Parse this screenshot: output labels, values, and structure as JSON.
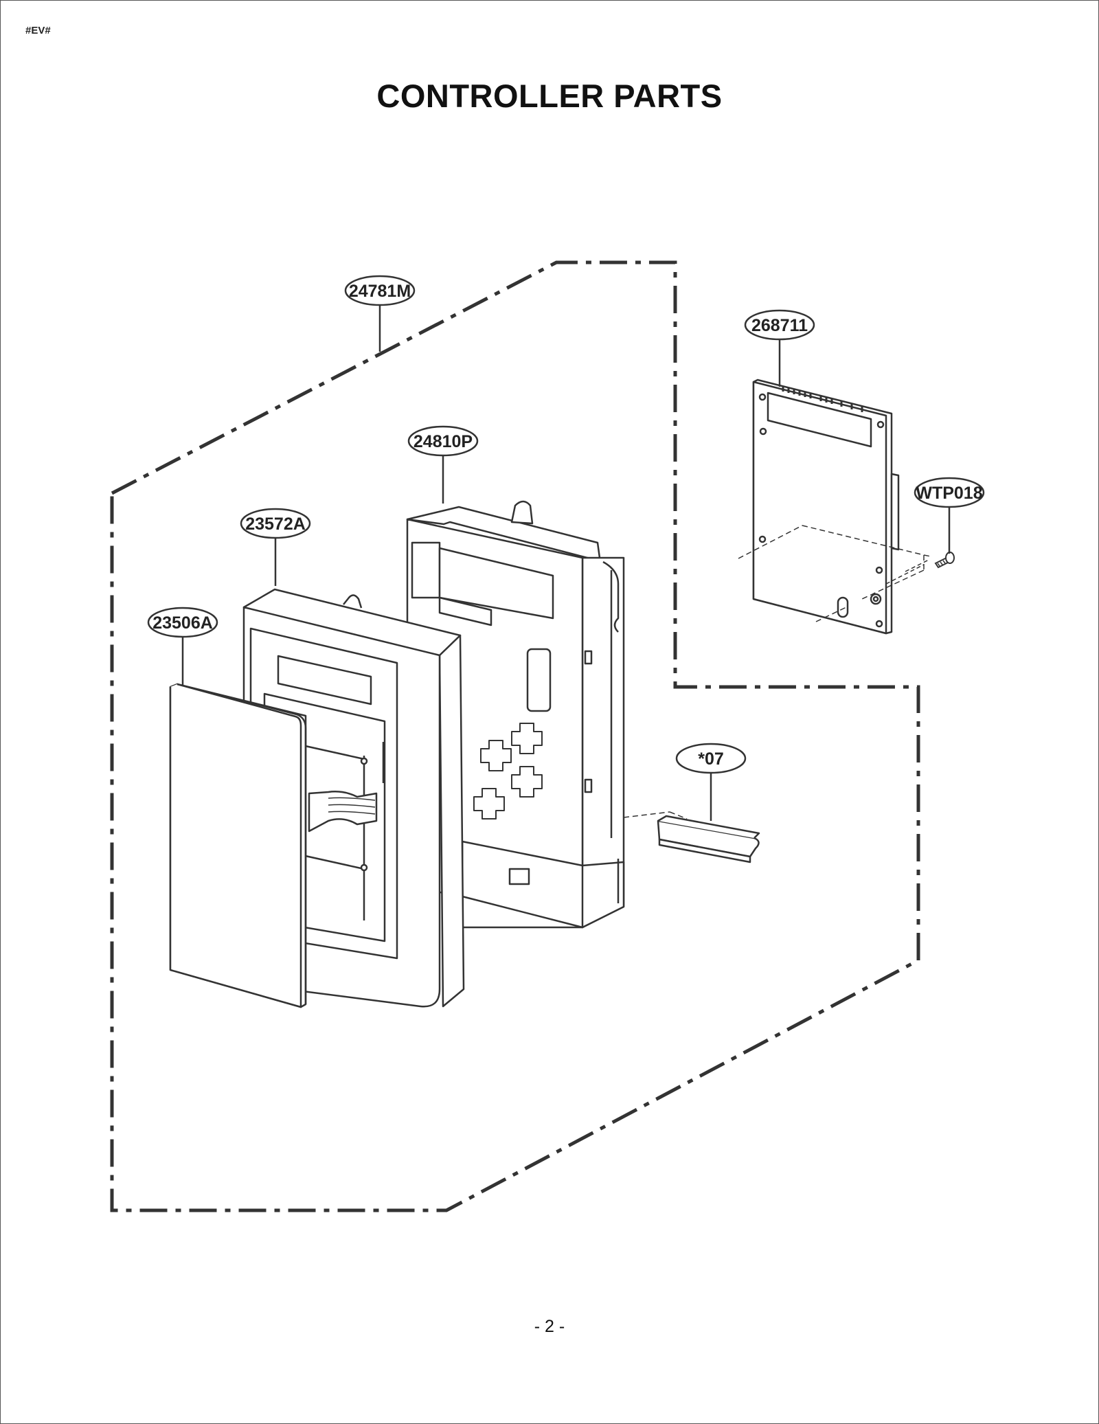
{
  "header": {
    "code": "#EV#",
    "title": "CONTROLLER PARTS"
  },
  "footer": {
    "page_number": "- 2 -"
  },
  "callouts": {
    "assembly": "24781M",
    "pcb": "268711",
    "screw": "WTP018",
    "panel_frame": "24810P",
    "display_window": "23572A",
    "keypad_sheet": "23506A",
    "connector": "*07"
  },
  "colors": {
    "line": "#333333",
    "part_fill": "#ffffff",
    "detail": "#555555"
  }
}
